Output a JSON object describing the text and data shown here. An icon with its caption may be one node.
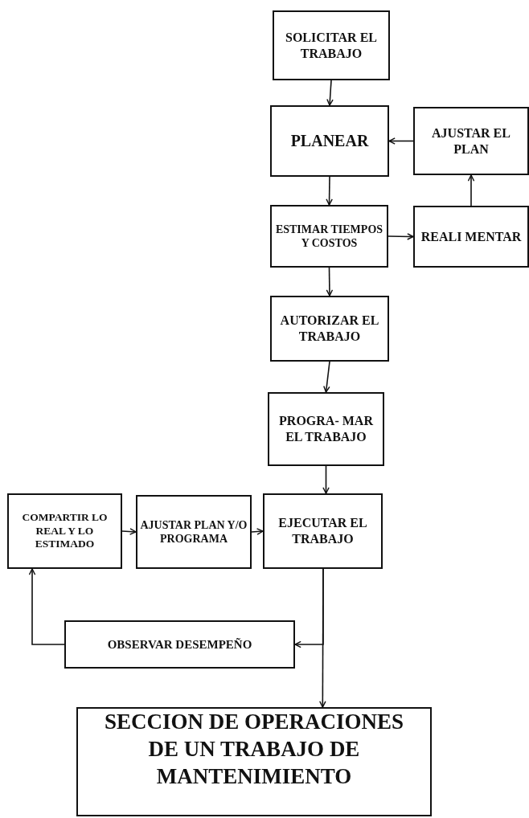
{
  "diagram": {
    "nodes": [
      {
        "text": [
          "SOLICITAR EL TRABAJO"
        ]
      },
      {
        "text": [
          "PLANEAR"
        ]
      },
      {
        "text": [
          "AJUSTAR EL PLAN"
        ]
      },
      {
        "text": [
          "ESTIMAR TIEMPOS Y COSTOS"
        ]
      },
      {
        "text": [
          "REALI MENTAR"
        ]
      },
      {
        "text": [
          "AUTORIZAR EL TRABAJO"
        ]
      },
      {
        "text": [
          "PROGRA- MAR EL TRABAJO"
        ]
      },
      {
        "text": [
          "COMPARTIR LO REAL Y LO ESTIMADO"
        ]
      },
      {
        "text": [
          "AJUSTAR PLAN Y/O PROGRAMA"
        ]
      },
      {
        "text": [
          "EJECUTAR EL TRABAJO"
        ]
      },
      {
        "text": [
          "OBSERVAR DESEMPEÑO"
        ]
      },
      {
        "text": [
          "SECCION DE OPERACIONES DE UN TRABAJO DE MANTENIMIENTO"
        ]
      }
    ],
    "edges": [
      {
        "from": 0,
        "to": 1,
        "arrow": "to"
      },
      {
        "from": 1,
        "to": 3,
        "arrow": "to"
      },
      {
        "from": 3,
        "to": 4,
        "arrow": "to"
      },
      {
        "from": 4,
        "to": 2,
        "arrow": "to"
      },
      {
        "from": 2,
        "to": 1,
        "arrow": "to"
      },
      {
        "from": 3,
        "to": 5,
        "arrow": "to"
      },
      {
        "from": 5,
        "to": 6,
        "arrow": "to"
      },
      {
        "from": 6,
        "to": 9,
        "arrow": "to"
      },
      {
        "from": 7,
        "to": 8,
        "arrow": "to"
      },
      {
        "from": 8,
        "to": 9,
        "arrow": "to"
      },
      {
        "from": 9,
        "to": 10,
        "arrow": "to"
      },
      {
        "from": 9,
        "to": 11,
        "arrow": "to"
      },
      {
        "from": 10,
        "to": 7,
        "arrow": "to"
      }
    ]
  }
}
